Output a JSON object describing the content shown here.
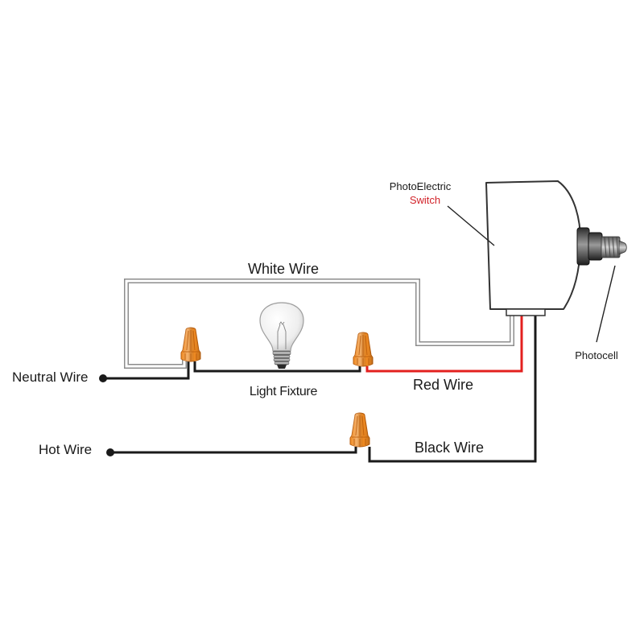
{
  "diagram": {
    "switch_label": [
      "PhotoElectric",
      "Switch"
    ],
    "photocell_label": "Photocell",
    "white_wire_label": "White Wire",
    "neutral_wire_label": "Neutral Wire",
    "light_fixture_label": "Light Fixture",
    "red_wire_label": "Red Wire",
    "hot_wire_label": "Hot Wire",
    "black_wire_label": "Black Wire"
  },
  "colors": {
    "callout_text": "#d2232a",
    "red_wire": "#e3201f",
    "black_wire": "#1a1a1a",
    "wire_nut": "#ef8a22",
    "white_wire_outline": "#8c8c8c"
  }
}
